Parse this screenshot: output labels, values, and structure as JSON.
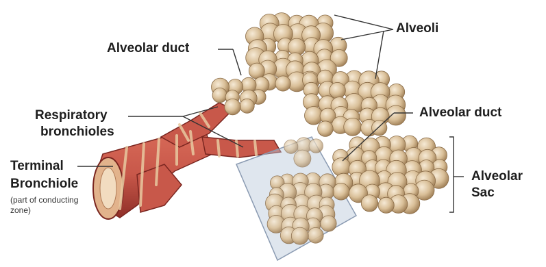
{
  "labels": {
    "alveoli": "Alveoli",
    "alveolar_duct_top": "Alveolar duct",
    "alveolar_duct_right": "Alveolar duct",
    "respiratory_bronchioles_line1": "Respiratory",
    "respiratory_bronchioles_line2": "bronchioles",
    "terminal_bronchiole_line1": "Terminal",
    "terminal_bronchiole_line2": "Bronchiole",
    "terminal_note_line1": "(part of conducting",
    "terminal_note_line2": "zone)",
    "alveolar_sac_line1": "Alveolar",
    "alveolar_sac_line2": "Sac"
  },
  "colors": {
    "bronchiole_muscle": "#c8584a",
    "bronchiole_dark": "#8f2f28",
    "cartilage": "#e8c9a0",
    "alveolus_fill": "#d9bf98",
    "alveolus_edge": "#8a6c48",
    "section_plane": "#b9c7d9",
    "leader_line": "#333333"
  }
}
